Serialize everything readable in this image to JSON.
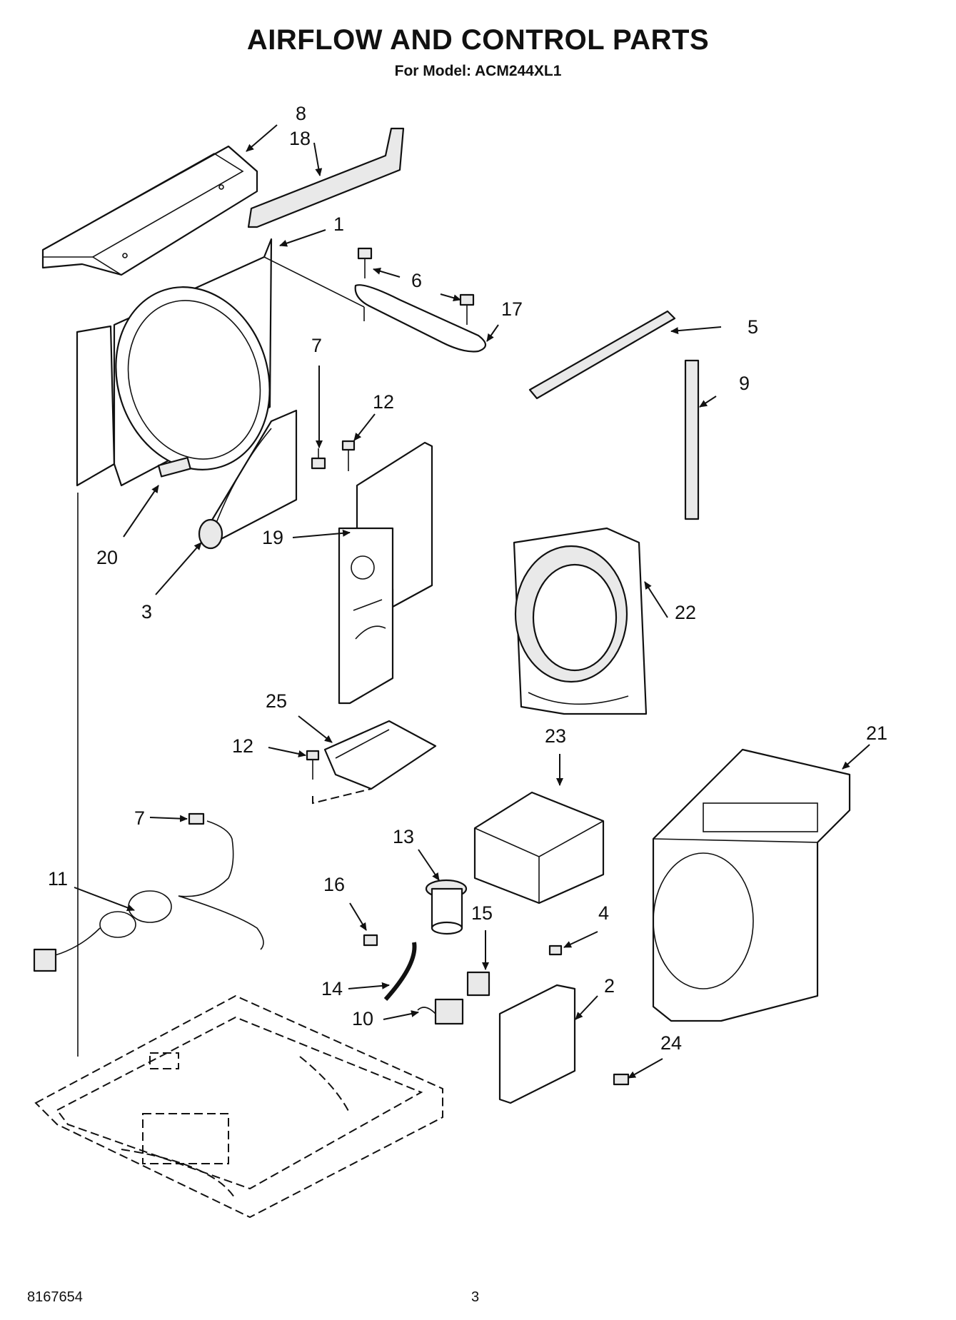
{
  "header": {
    "title": "AIRFLOW AND CONTROL PARTS",
    "subtitle": "For Model: ACM244XL1"
  },
  "footer": {
    "doc_number": "8167654",
    "page_number": "3"
  },
  "callouts": {
    "c8": "8",
    "c18": "18",
    "c1": "1",
    "c6": "6",
    "c17": "17",
    "c5": "5",
    "c7a": "7",
    "c12a": "12",
    "c9": "9",
    "c20": "20",
    "c19": "19",
    "c3": "3",
    "c22": "22",
    "c25": "25",
    "c12b": "12",
    "c23": "23",
    "c21": "21",
    "c7b": "7",
    "c13": "13",
    "c11": "11",
    "c16": "16",
    "c15": "15",
    "c4": "4",
    "c14": "14",
    "c2": "2",
    "c10": "10",
    "c24": "24"
  }
}
